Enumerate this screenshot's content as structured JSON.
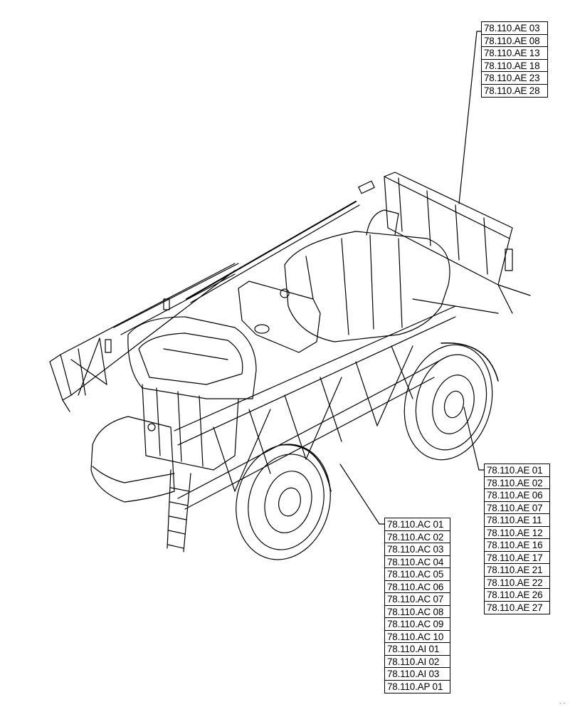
{
  "diagram": {
    "subject": "self-propelled agricultural sprayer, isometric line drawing",
    "callouts": {
      "top": {
        "points_to": "rear boom frame / top of rear rack",
        "labels": [
          "78.110.AE 03",
          "78.110.AE 08",
          "78.110.AE 13",
          "78.110.AE 18",
          "78.110.AE 23",
          "78.110.AE 28"
        ]
      },
      "right": {
        "points_to": "rear right wheel",
        "labels": [
          "78.110.AE 01",
          "78.110.AE 02",
          "78.110.AE 06",
          "78.110.AE 07",
          "78.110.AE 11",
          "78.110.AE 12",
          "78.110.AE 16",
          "78.110.AE 17",
          "78.110.AE 21",
          "78.110.AE 22",
          "78.110.AE 26",
          "78.110.AE 27"
        ]
      },
      "left": {
        "points_to": "front right wheel fender",
        "labels": [
          "78.110.AC 01",
          "78.110.AC 02",
          "78.110.AC 03",
          "78.110.AC 04",
          "78.110.AC 05",
          "78.110.AC 06",
          "78.110.AC 07",
          "78.110.AC 08",
          "78.110.AC 09",
          "78.110.AC 10",
          "78.110.AI 01",
          "78.110.AI 02",
          "78.110.AI 03",
          "78.110.AP 01"
        ]
      }
    },
    "corner_mark": "` `"
  }
}
